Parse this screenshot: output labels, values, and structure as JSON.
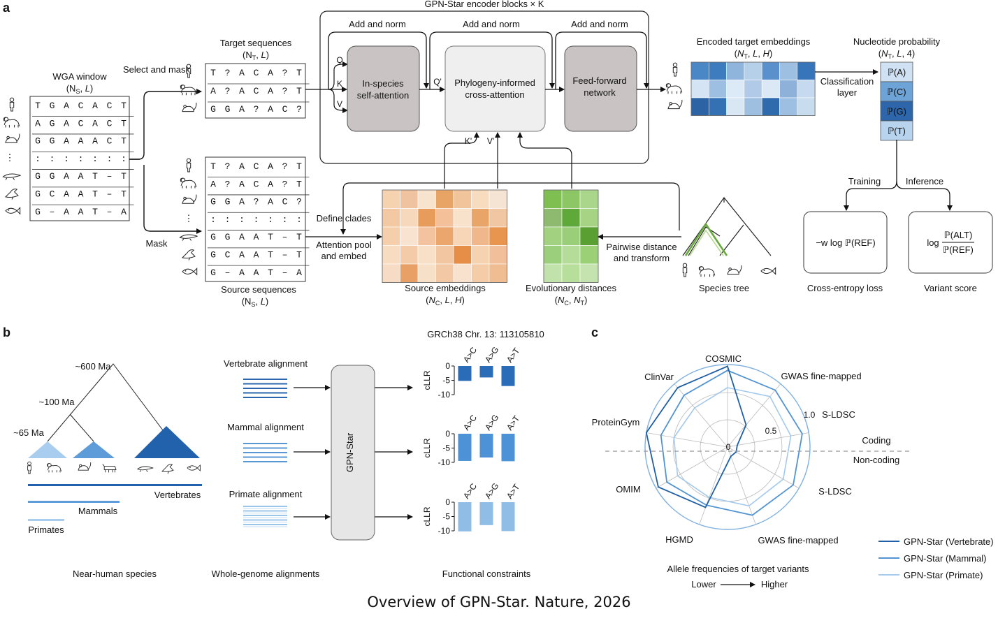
{
  "caption": "Overview of GPN-Star. Nature, 2026",
  "panel_a": {
    "label": "a",
    "wga": {
      "title": "WGA window",
      "dims": "(N_S, L)",
      "rows": [
        [
          "T",
          "G",
          "A",
          "C",
          "A",
          "C",
          "T"
        ],
        [
          "A",
          "G",
          "A",
          "C",
          "A",
          "C",
          "T"
        ],
        [
          "G",
          "G",
          "A",
          "A",
          "A",
          "C",
          "T"
        ],
        [
          ":",
          ":",
          ":",
          ":",
          ":",
          ":",
          ":"
        ],
        [
          "G",
          "G",
          "A",
          "A",
          "T",
          "–",
          "T"
        ],
        [
          "G",
          "C",
          "A",
          "A",
          "T",
          "–",
          "T"
        ],
        [
          "G",
          "–",
          "A",
          "A",
          "T",
          "–",
          "A"
        ]
      ]
    },
    "select_mask": "Select and mask",
    "mask": "Mask",
    "target": {
      "title": "Target sequences",
      "dims": "(N_T, L)",
      "rows": [
        [
          "T",
          "?",
          "A",
          "C",
          "A",
          "?",
          "T"
        ],
        [
          "A",
          "?",
          "A",
          "C",
          "A",
          "?",
          "T"
        ],
        [
          "G",
          "G",
          "A",
          "?",
          "A",
          "C",
          "?"
        ]
      ]
    },
    "source": {
      "title": "Source sequences",
      "dims": "(N_S, L)",
      "rows": [
        [
          "T",
          "?",
          "A",
          "C",
          "A",
          "?",
          "T"
        ],
        [
          "A",
          "?",
          "A",
          "C",
          "A",
          "?",
          "T"
        ],
        [
          "G",
          "G",
          "A",
          "?",
          "A",
          "C",
          "?"
        ],
        [
          ":",
          ":",
          ":",
          ":",
          ":",
          ":",
          ":"
        ],
        [
          "G",
          "G",
          "A",
          "A",
          "T",
          "–",
          "T"
        ],
        [
          "G",
          "C",
          "A",
          "A",
          "T",
          "–",
          "T"
        ],
        [
          "G",
          "–",
          "A",
          "A",
          "T",
          "–",
          "A"
        ]
      ]
    },
    "encoder": {
      "title": "GPN-Star encoder blocks × K",
      "add_norm": "Add and norm",
      "self_attn": "In-species self-attention",
      "cross_attn": "Phylogeny-informed cross-attention",
      "ffn": "Feed-forward network",
      "q": "Q",
      "k": "K",
      "v": "V",
      "q_prime": "Q'",
      "k_prime": "K'",
      "v_prime": "V'"
    },
    "define_clades": "Define clades",
    "attention_pool": "Attention pool and embed",
    "source_embeddings": {
      "title": "Source embeddings",
      "dims": "(N_C, L, H)"
    },
    "evolutionary_distances": {
      "title": "Evolutionary distances",
      "dims": "(N_C, N_T)"
    },
    "pairwise": "Pairwise distance and transform",
    "species_tree": "Species tree",
    "encoded": {
      "title": "Encoded target embeddings",
      "dims": "(N_T, L, H)"
    },
    "classification": "Classification layer",
    "nucleotide": {
      "title": "Nucleotide probability",
      "dims": "(N_T, L, 4)",
      "items": [
        "ℙ(A)",
        "ℙ(C)",
        "ℙ(G)",
        "ℙ(T)"
      ]
    },
    "training": "Training",
    "inference": "Inference",
    "loss_formula": "−w log ℙ(REF)",
    "score_num": "ℙ(ALT)",
    "score_den": "ℙ(REF)",
    "score_log": "log",
    "cross_entropy": "Cross-entropy loss",
    "variant_score": "Variant score"
  },
  "panel_b": {
    "label": "b",
    "ages": [
      "~600 Ma",
      "~100 Ma",
      "~65 Ma"
    ],
    "groups": [
      "Vertebrates",
      "Mammals",
      "Primates"
    ],
    "alignments": [
      "Vertebrate alignment",
      "Mammal alignment",
      "Primate alignment"
    ],
    "model": "GPN-Star",
    "locus": "GRCh38  Chr. 13: 113105810",
    "footer": [
      "Near-human species",
      "Whole-genome alignments",
      "Functional constraints"
    ]
  },
  "chart_data": {
    "type": "bar",
    "title": "GRCh38  Chr. 13: 113105810",
    "categories": [
      "A>C",
      "A>G",
      "A>T"
    ],
    "ylabel": "cLLR",
    "ylim": [
      -10,
      0
    ],
    "yticks": [
      0,
      -5,
      -10
    ],
    "series": [
      {
        "name": "Vertebrate alignment",
        "values": [
          -5.2,
          -4.0,
          -7.0
        ],
        "color": "#2b6cb8"
      },
      {
        "name": "Mammal alignment",
        "values": [
          -9.5,
          -8.3,
          -9.6
        ],
        "color": "#4d92d6"
      },
      {
        "name": "Primate alignment",
        "values": [
          -10.2,
          -8.0,
          -10.1
        ],
        "color": "#8fbde6"
      }
    ]
  },
  "panel_c": {
    "label": "c",
    "axes": [
      "COSMIC",
      "GWAS fine-mapped",
      "S-LDSC",
      "S-LDSC",
      "GWAS fine-mapped",
      "HGMD",
      "OMIM",
      "ProteinGym",
      "ClinVar"
    ],
    "ticks": [
      "0",
      "0.5",
      "1.0"
    ],
    "coding": "Coding",
    "noncoding": "Non-coding",
    "af_label": "Allele frequencies of target variants",
    "lower": "Lower",
    "higher": "Higher",
    "legend": [
      "GPN-Star (Vertebrate)",
      "GPN-Star (Mammal)",
      "GPN-Star (Primate)"
    ],
    "radar_values": {
      "vertebrate": [
        0.98,
        0.35,
        0.12,
        0.12,
        0.12,
        0.78,
        0.97,
        1.0,
        0.94
      ],
      "mammal": [
        0.93,
        0.9,
        0.92,
        0.92,
        0.88,
        0.75,
        0.85,
        0.82,
        0.82
      ],
      "primate": [
        0.72,
        0.8,
        0.78,
        0.78,
        0.76,
        0.65,
        0.7,
        0.66,
        0.62
      ]
    },
    "colors": {
      "vertebrate": "#1f5fa6",
      "mammal": "#5193d3",
      "primate": "#a3c9ec"
    }
  }
}
